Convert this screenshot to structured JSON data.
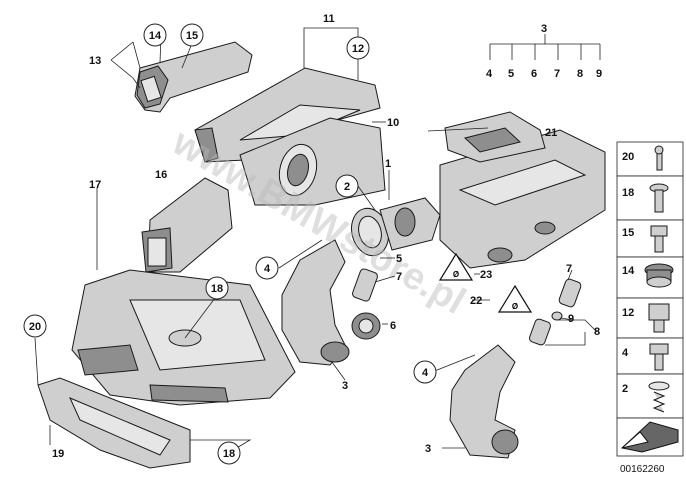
{
  "callouts": {
    "n1": "1",
    "n2": "2",
    "n3a": "3",
    "n3b": "3",
    "n3c": "3",
    "n4a": "4",
    "n4b": "4",
    "n5": "5",
    "n6": "6",
    "n7a": "7",
    "n7b": "7",
    "n8": "8",
    "n9": "9",
    "n10": "10",
    "n11": "11",
    "n12": "12",
    "n13": "13",
    "n14": "14",
    "n15": "15",
    "n16": "16",
    "n17": "17",
    "n18a": "18",
    "n18b": "18",
    "n19": "19",
    "n20": "20",
    "n21": "21",
    "n22": "22",
    "n23": "23",
    "top_group": [
      "4",
      "5",
      "6",
      "7",
      "8",
      "9"
    ]
  },
  "legend_panel": {
    "items": [
      "20",
      "18",
      "15",
      "14",
      "12",
      "4",
      "2"
    ]
  },
  "watermark": "www.BMWstore.pl",
  "diagram_code": "00162260"
}
